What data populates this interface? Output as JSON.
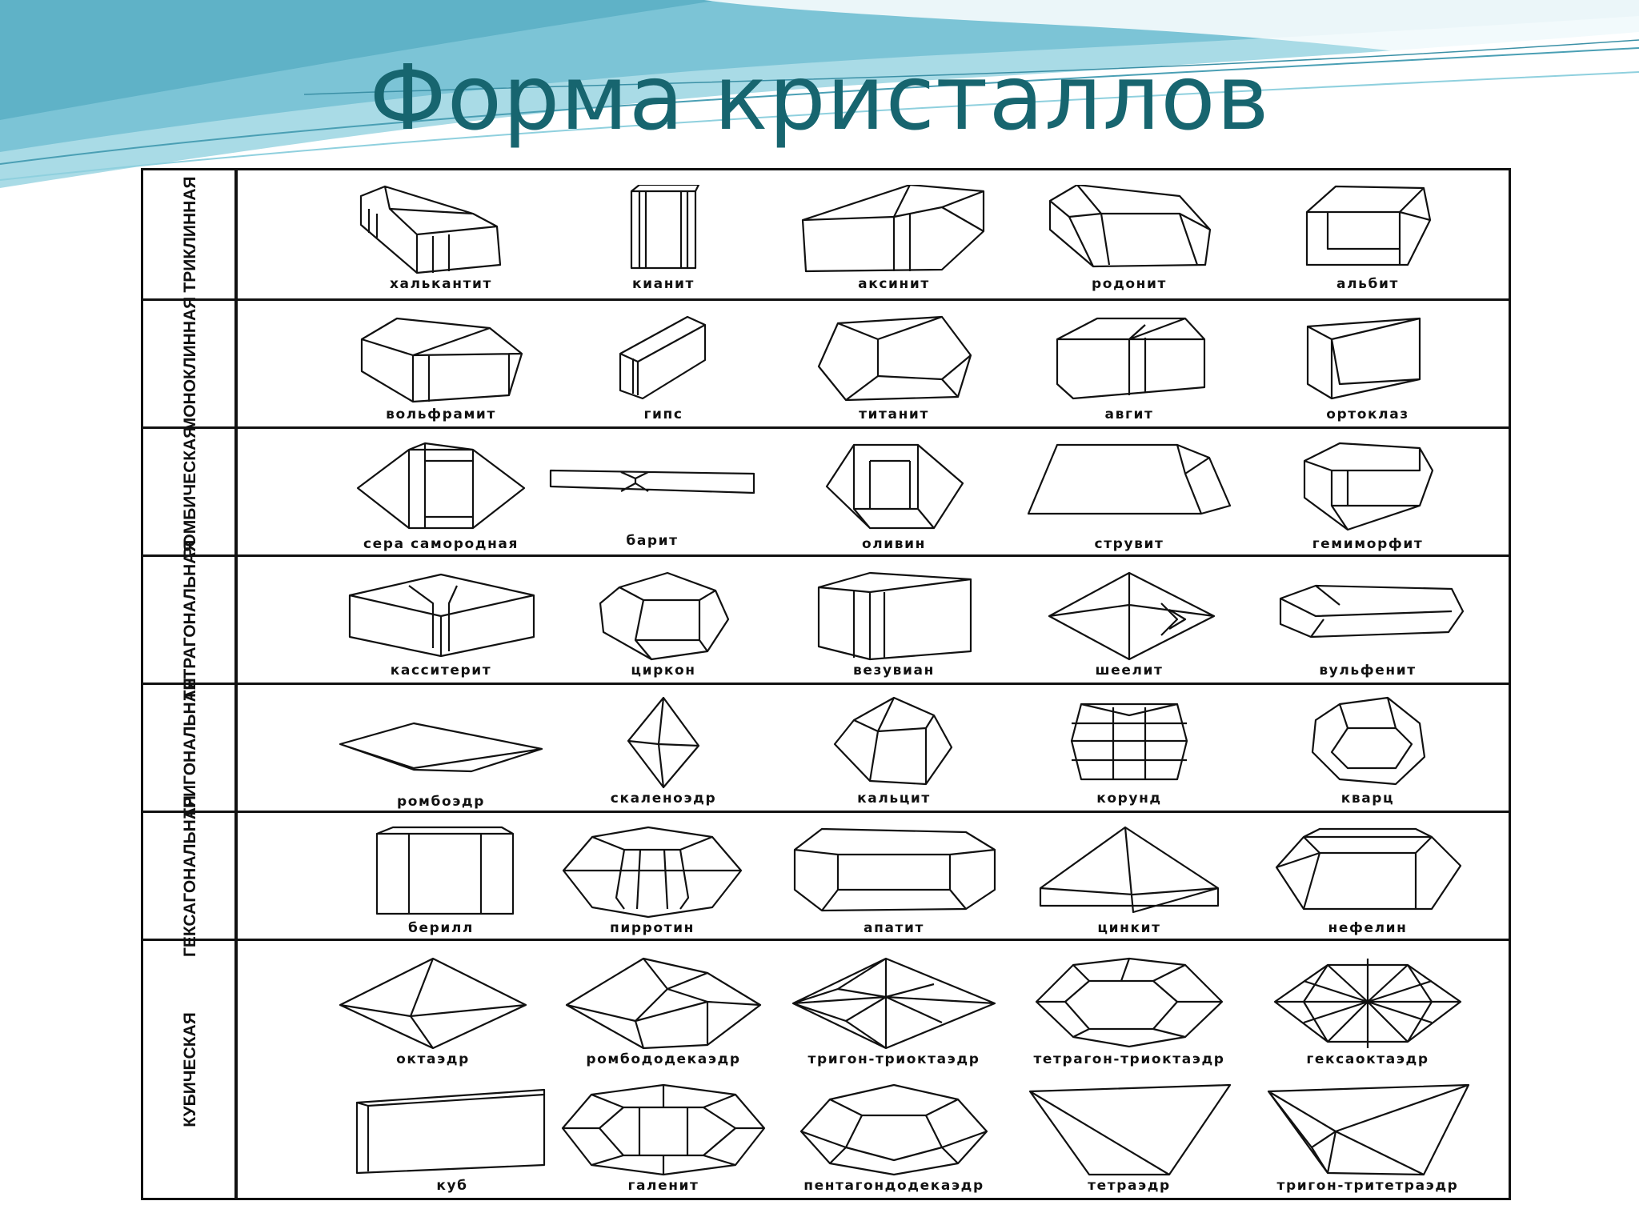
{
  "title": "Форма кристаллов",
  "systems": [
    {
      "label": "ТРИКЛИННАЯ",
      "crystals": [
        "халькантит",
        "кианит",
        "аксинит",
        "родонит",
        "альбит"
      ]
    },
    {
      "label": "МОНОКЛИННАЯ",
      "crystals": [
        "вольфрамит",
        "гипс",
        "титанит",
        "авгит",
        "ортоклаз"
      ]
    },
    {
      "label": "РОМБИЧЕСКАЯ",
      "crystals": [
        "сера самородная",
        "барит",
        "оливин",
        "струвит",
        "гемиморфит"
      ]
    },
    {
      "label": "ТЕТРАГОНАЛЬНАЯ",
      "crystals": [
        "касситерит",
        "циркон",
        "везувиан",
        "шеелит",
        "вульфенит"
      ]
    },
    {
      "label": "ТРИГОНАЛЬНАЯ",
      "crystals": [
        "ромбоэдр",
        "скаленоэдр",
        "кальцит",
        "корунд",
        "кварц"
      ]
    },
    {
      "label": "ГЕКСАГОНАЛЬНАЯ",
      "crystals": [
        "берилл",
        "пирротин",
        "апатит",
        "цинкит",
        "нефелин"
      ]
    },
    {
      "label": "КУБИЧЕСКАЯ",
      "crystals": [
        "октаэдр",
        "ромбододекаэдр",
        "тригон-триоктаэдр",
        "тетрагон-триоктаэдр",
        "гексаоктаэдр",
        "куб",
        "галенит",
        "пентагондодекаэдр",
        "тетраэдр",
        "тригон-тритетраэдр"
      ]
    }
  ],
  "colors": {
    "title": "#17656f",
    "wave_dark": "#5fb2c7",
    "wave_light": "#a9dbe6",
    "line": "#111111"
  }
}
